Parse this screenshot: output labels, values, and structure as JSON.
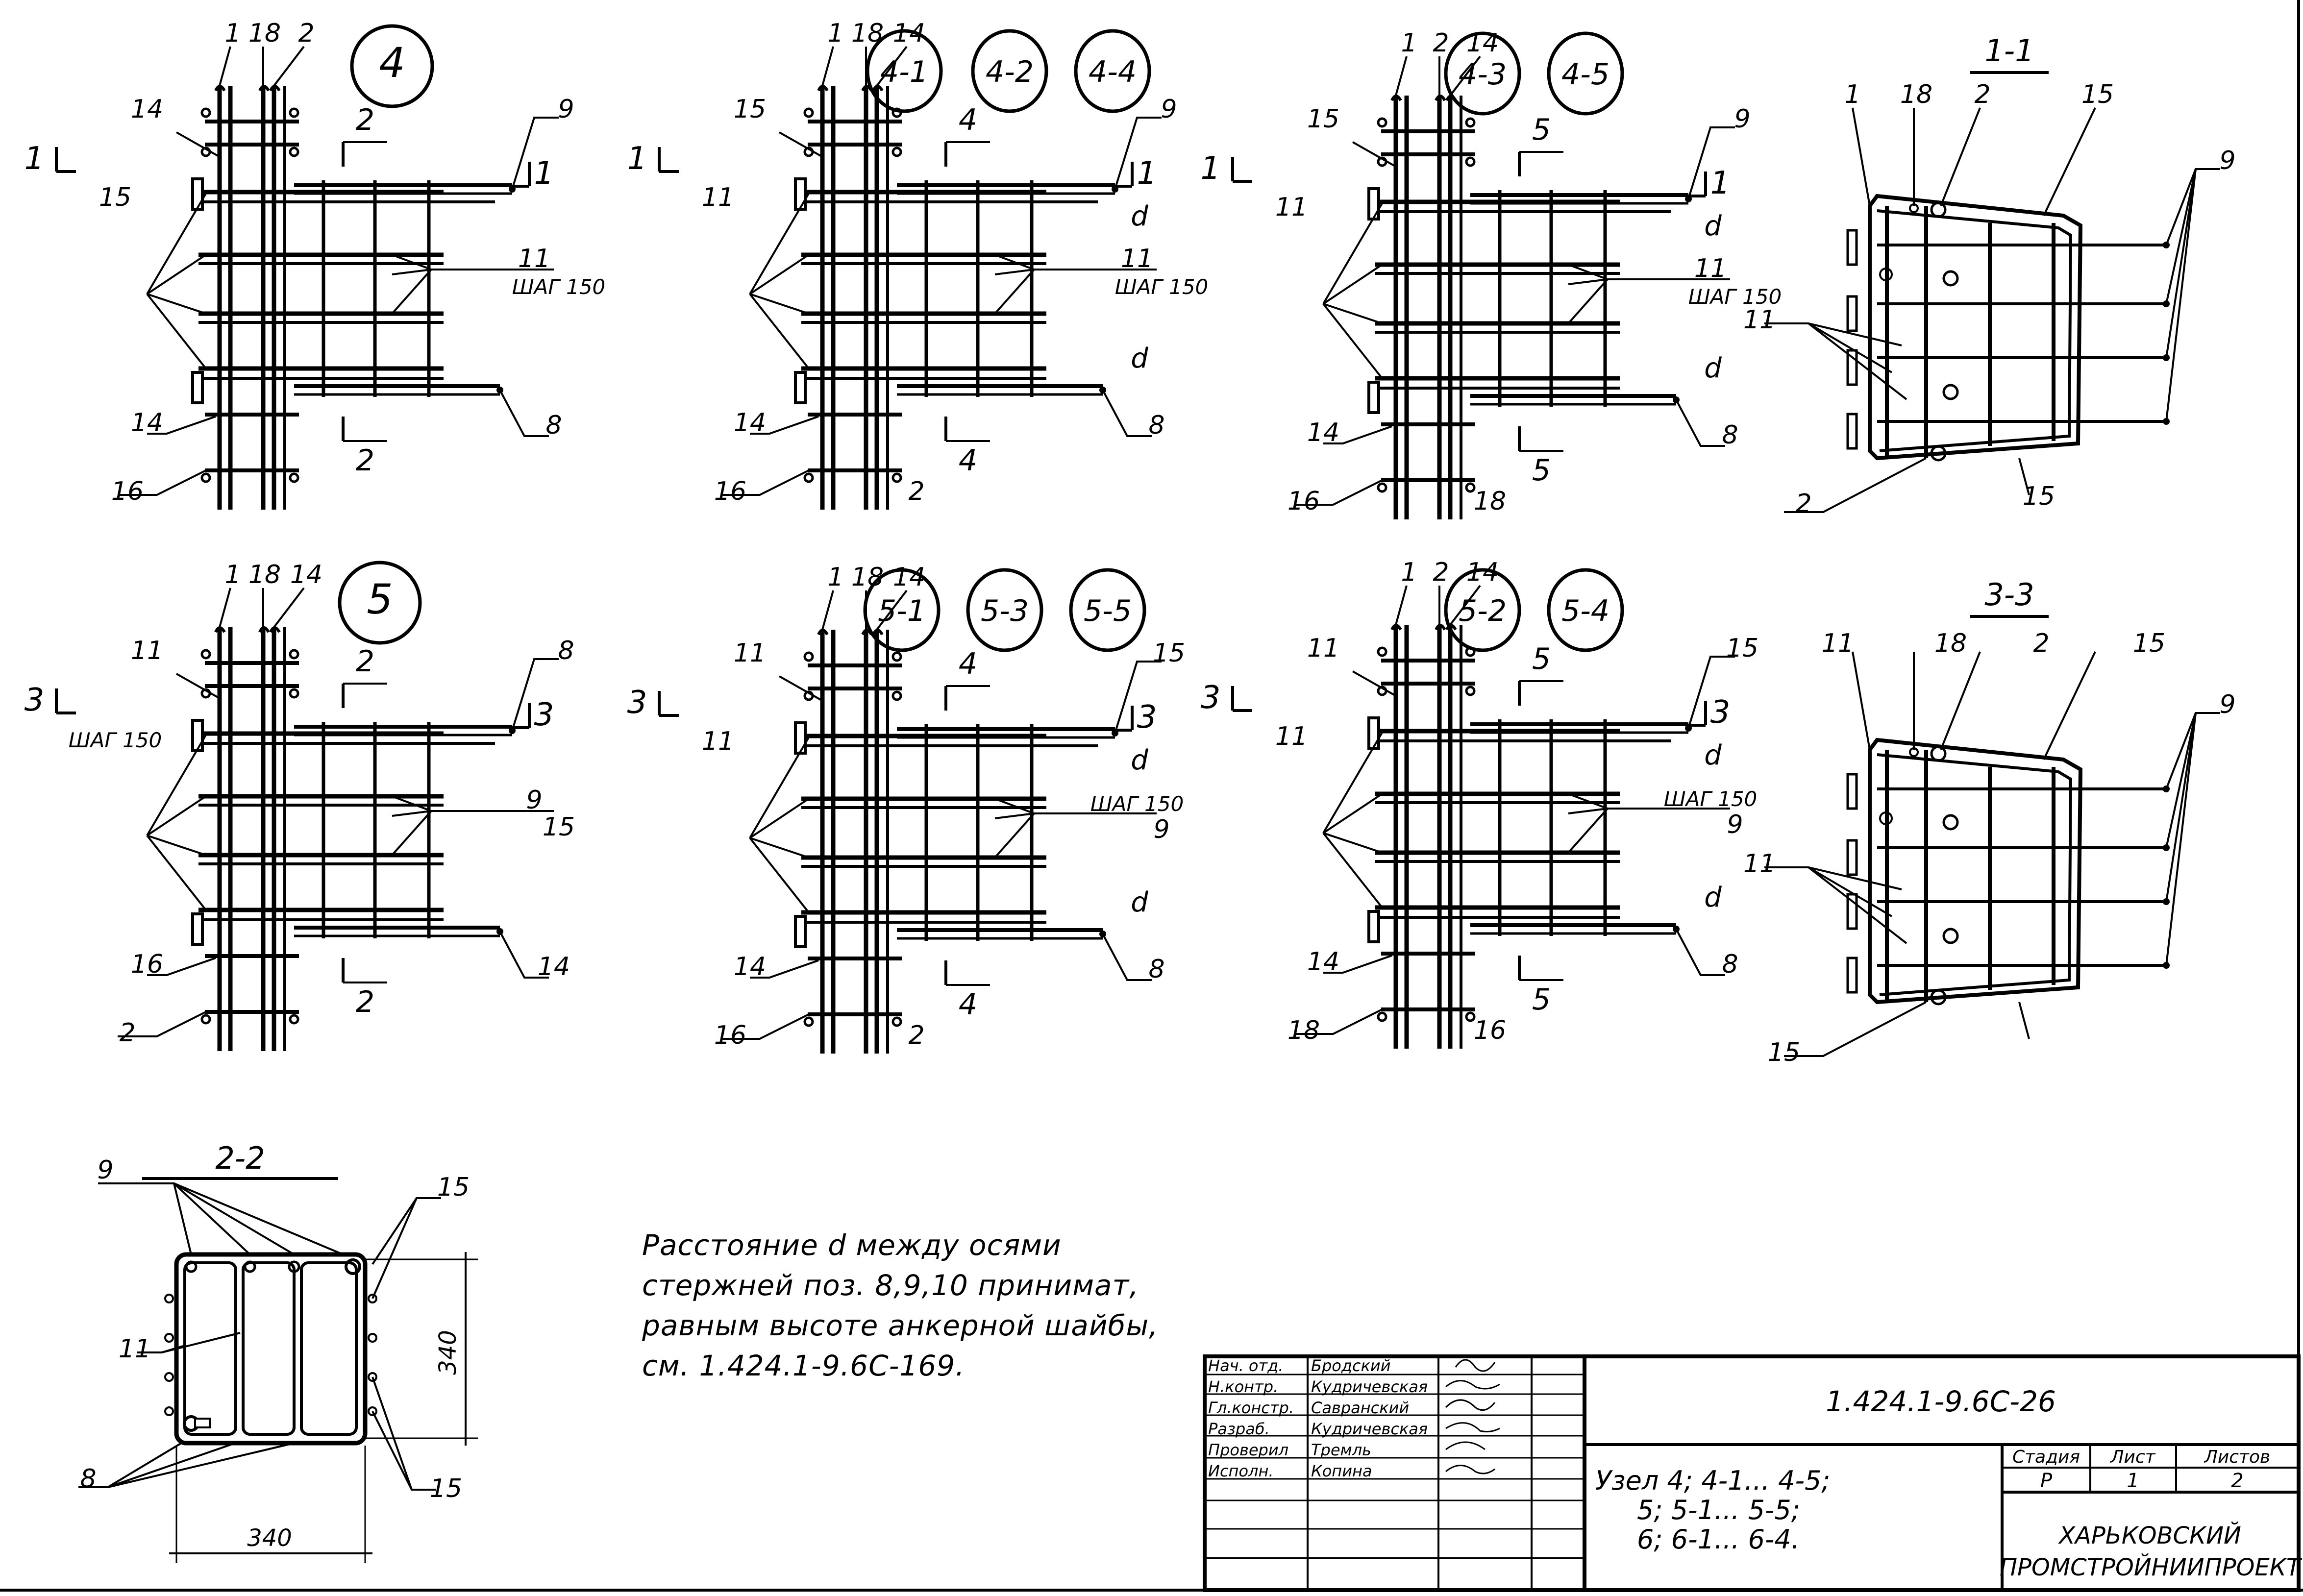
{
  "views": [
    {
      "id": "v4",
      "badges": [
        "4"
      ],
      "cut_marks": [
        [
          "1",
          "1"
        ],
        [
          "2",
          "2"
        ]
      ],
      "leaders": [
        "1",
        "18",
        "2",
        "14",
        "15",
        "11",
        "ШАГ 150",
        "9",
        "8",
        "14",
        "16"
      ]
    },
    {
      "id": "v41",
      "badges": [
        "4-1",
        "4-2",
        "4-4"
      ],
      "cut_marks": [
        [
          "1",
          "1"
        ],
        [
          "4",
          "4"
        ]
      ],
      "leaders": [
        "1",
        "18",
        "14",
        "15",
        "11",
        "11",
        "ШАГ 150",
        "9",
        "8",
        "14",
        "16",
        "2"
      ],
      "dim": "d"
    },
    {
      "id": "v43",
      "badges": [
        "4-3",
        "4-5"
      ],
      "cut_marks": [
        [
          "1",
          "1"
        ],
        [
          "5",
          "5"
        ]
      ],
      "leaders": [
        "1",
        "2",
        "14",
        "15",
        "11",
        "11",
        "ШАГ 150",
        "9",
        "8",
        "14",
        "16",
        "18"
      ],
      "dim": "d"
    },
    {
      "id": "v5",
      "badges": [
        "5"
      ],
      "cut_marks": [
        [
          "3",
          "3"
        ],
        [
          "2",
          "2"
        ]
      ],
      "leaders": [
        "1",
        "18",
        "14",
        "11",
        "ШАГ 150",
        "9",
        "15",
        "8",
        "14",
        "16",
        "2"
      ]
    },
    {
      "id": "v51",
      "badges": [
        "5-1",
        "5-3",
        "5-5"
      ],
      "cut_marks": [
        [
          "3",
          "3"
        ],
        [
          "4",
          "4"
        ]
      ],
      "leaders": [
        "1",
        "18",
        "14",
        "11",
        "11",
        "ШАГ 150",
        "9",
        "15",
        "8",
        "14",
        "16",
        "2"
      ],
      "dim": "d"
    },
    {
      "id": "v52",
      "badges": [
        "5-2",
        "5-4"
      ],
      "cut_marks": [
        [
          "3",
          "3"
        ],
        [
          "5",
          "5"
        ]
      ],
      "leaders": [
        "1",
        "2",
        "14",
        "11",
        "11",
        "ШАГ 150",
        "9",
        "15",
        "8",
        "14",
        "18",
        "16"
      ],
      "dim": "d"
    }
  ],
  "sections": [
    {
      "id": "s11",
      "title": "1-1",
      "leaders": [
        "1",
        "18",
        "2",
        "15",
        "9",
        "11",
        "2",
        "15"
      ]
    },
    {
      "id": "s33",
      "title": "3-3",
      "leaders": [
        "11",
        "18",
        "2",
        "15",
        "9",
        "11",
        "15"
      ]
    },
    {
      "id": "s22",
      "title": "2-2",
      "leaders": [
        "9",
        "15",
        "11",
        "8",
        "15"
      ],
      "dim_h": "340",
      "dim_v": "340"
    }
  ],
  "note": {
    "lines": [
      "Расстояние d между осями",
      "стержней поз. 8,9,10 принимат,",
      "равным высоте анкерной шайбы,",
      "см. 1.424.1-9.6С-169."
    ]
  },
  "title_block": {
    "signatures": [
      {
        "role": "Нач. отд.",
        "name": "Бродский"
      },
      {
        "role": "Н.контр.",
        "name": "Кудричевская"
      },
      {
        "role": "Гл.констр.",
        "name": "Савранский"
      },
      {
        "role": "Разраб.",
        "name": "Кудричевская"
      },
      {
        "role": "Проверил",
        "name": "Тремль"
      },
      {
        "role": "Исполн.",
        "name": "Копина"
      }
    ],
    "code": "1.424.1-9.6С-26",
    "description": [
      "Узел 4; 4-1... 4-5;",
      "5; 5-1... 5-5;",
      "6; 6-1... 6-4."
    ],
    "stage_label": "Стадия",
    "sheet_label": "Лист",
    "sheets_label": "Листов",
    "stage": "Р",
    "sheet": "1",
    "sheets": "2",
    "org": [
      "ХАРЬКОВСКИЙ",
      "ПРОМСТРОЙНИИПРОЕКТ"
    ]
  }
}
